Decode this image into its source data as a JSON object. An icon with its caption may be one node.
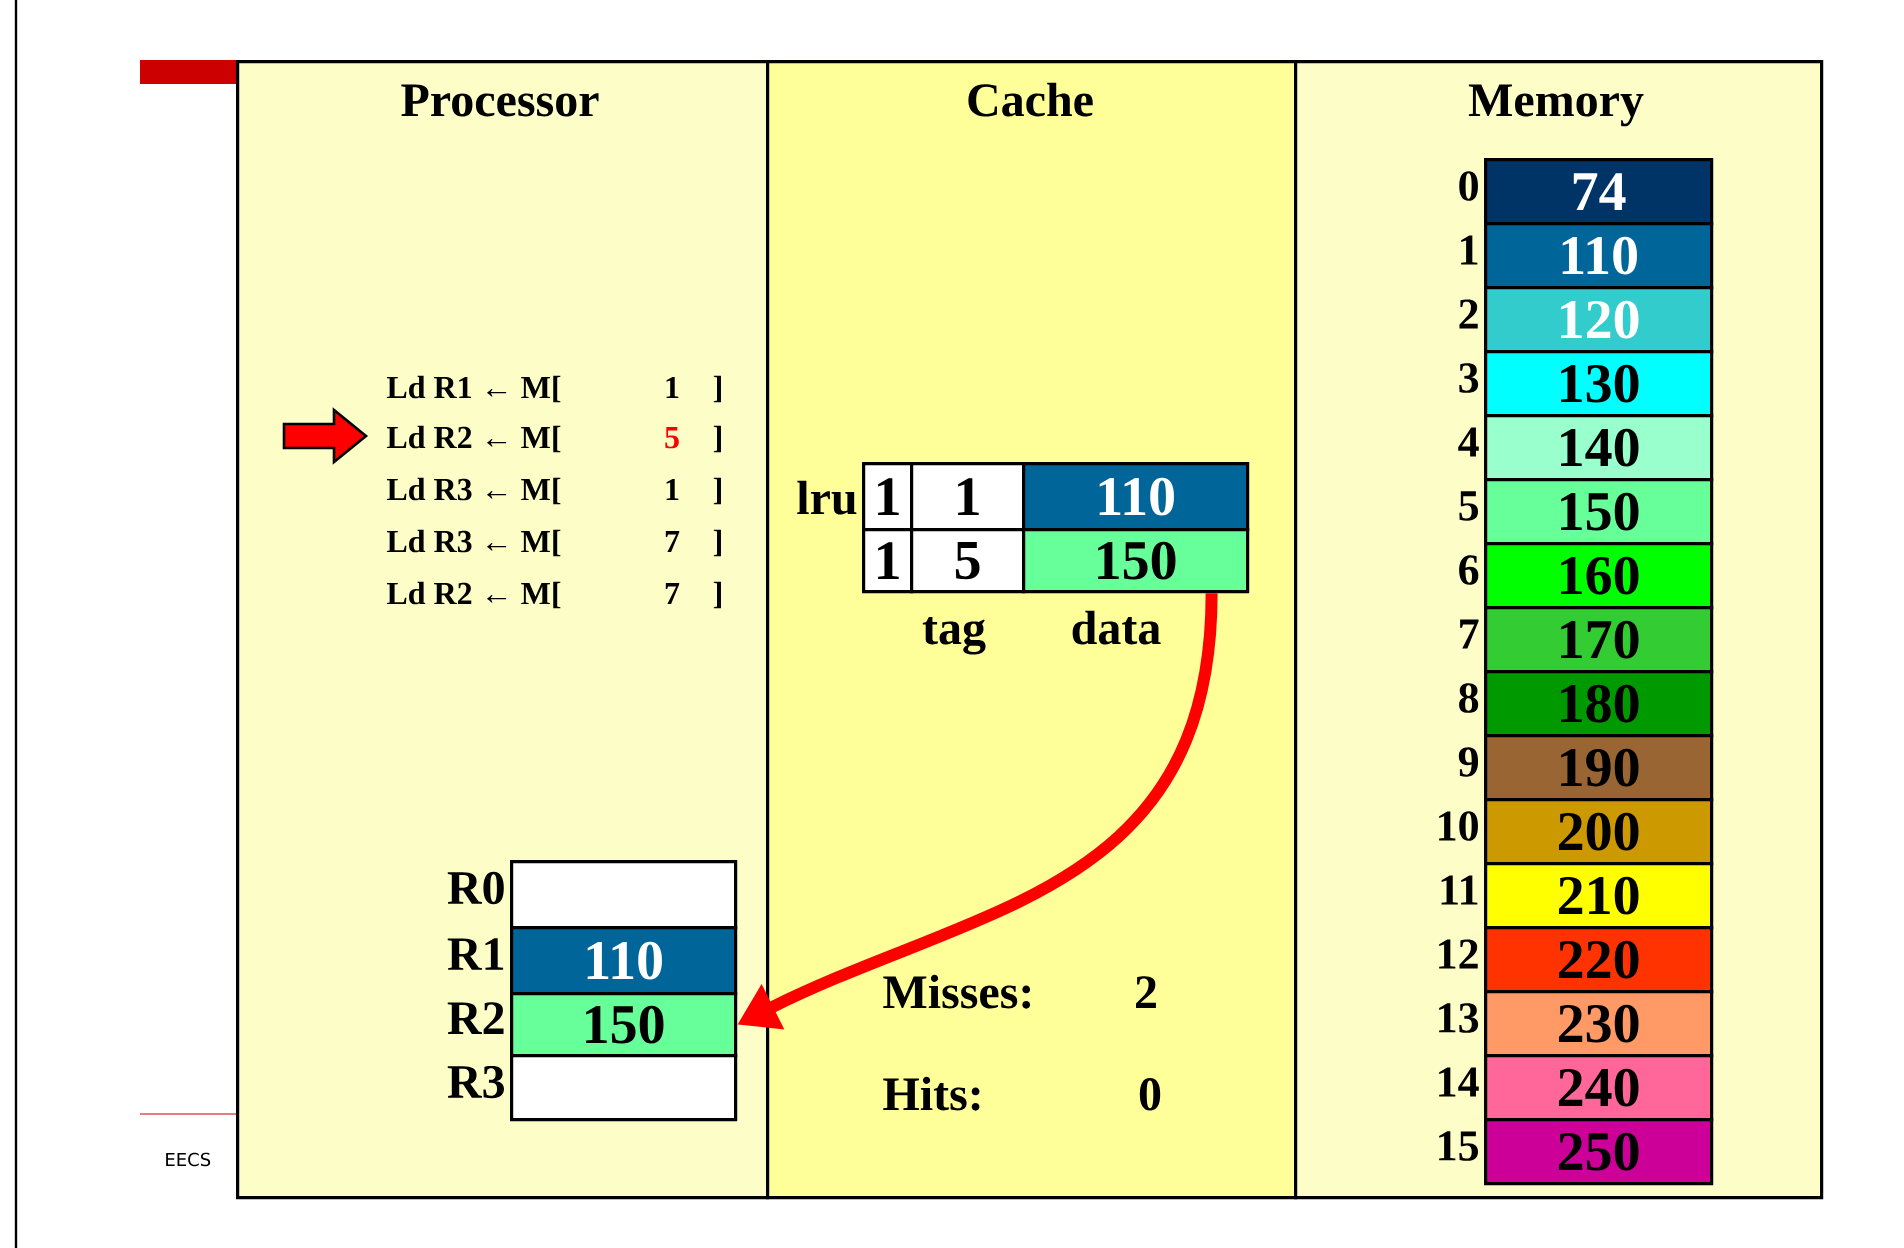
{
  "diagram": {
    "nodes": [
      {
        "text": [
          "Processor"
        ]
      },
      {
        "text": [
          "Cache"
        ]
      },
      {
        "text": [
          "Memory"
        ]
      },
      {
        "text": [
          "1"
        ],
        "in": 1
      },
      {
        "text": [
          "1"
        ],
        "in": 1
      },
      {
        "text": [
          "110"
        ],
        "in": 1
      },
      {
        "text": [
          "1"
        ],
        "in": 1
      },
      {
        "text": [
          "5"
        ],
        "in": 1
      },
      {
        "text": [
          "150"
        ],
        "in": 1
      },
      {
        "text": [],
        "shape": "box",
        "beside": [
          "R0"
        ],
        "in": 0
      },
      {
        "text": [
          "110"
        ],
        "beside": [
          "R1"
        ],
        "in": 0
      },
      {
        "text": [
          "150"
        ],
        "beside": [
          "R2"
        ],
        "in": 0
      },
      {
        "text": [],
        "shape": "box",
        "beside": [
          "R3"
        ],
        "in": 0
      },
      {
        "text": [
          "74"
        ],
        "beside": [
          "0"
        ],
        "in": 2
      },
      {
        "text": [
          "110"
        ],
        "beside": [
          "1"
        ],
        "in": 2
      },
      {
        "text": [
          "120"
        ],
        "beside": [
          "2"
        ],
        "in": 2
      },
      {
        "text": [
          "130"
        ],
        "beside": [
          "3"
        ],
        "in": 2
      },
      {
        "text": [
          "140"
        ],
        "beside": [
          "4"
        ],
        "in": 2
      },
      {
        "text": [
          "150"
        ],
        "beside": [
          "5"
        ],
        "in": 2
      },
      {
        "text": [
          "160"
        ],
        "beside": [
          "6"
        ],
        "in": 2
      },
      {
        "text": [
          "170"
        ],
        "beside": [
          "7"
        ],
        "in": 2
      },
      {
        "text": [
          "180"
        ],
        "beside": [
          "8"
        ],
        "in": 2
      },
      {
        "text": [
          "190"
        ],
        "beside": [
          "9"
        ],
        "in": 2
      },
      {
        "text": [
          "200"
        ],
        "beside": [
          "10"
        ],
        "in": 2
      },
      {
        "text": [
          "210"
        ],
        "beside": [
          "11"
        ],
        "in": 2
      },
      {
        "text": [
          "220"
        ],
        "beside": [
          "12"
        ],
        "in": 2
      },
      {
        "text": [
          "230"
        ],
        "beside": [
          "13"
        ],
        "in": 2
      },
      {
        "text": [
          "240"
        ],
        "beside": [
          "14"
        ],
        "in": 2
      },
      {
        "text": [
          "250"
        ],
        "beside": [
          "15"
        ],
        "in": 2
      }
    ],
    "edges": [
      {
        "from": 8,
        "to": 11,
        "arrow": "to",
        "color": "#ff0000"
      }
    ],
    "labels": [
      "Ld R1 ← M[",
      "1",
      "]",
      "Ld R2 ← M[",
      "5",
      "]",
      "Ld R3 ← M[",
      "1",
      "]",
      "Ld R3 ← M[",
      "7",
      "]",
      "Ld R2 ← M[",
      "7",
      "]",
      "lru",
      "tag",
      "data",
      "Misses:",
      "2",
      "Hits:",
      "0",
      "EECS"
    ]
  }
}
